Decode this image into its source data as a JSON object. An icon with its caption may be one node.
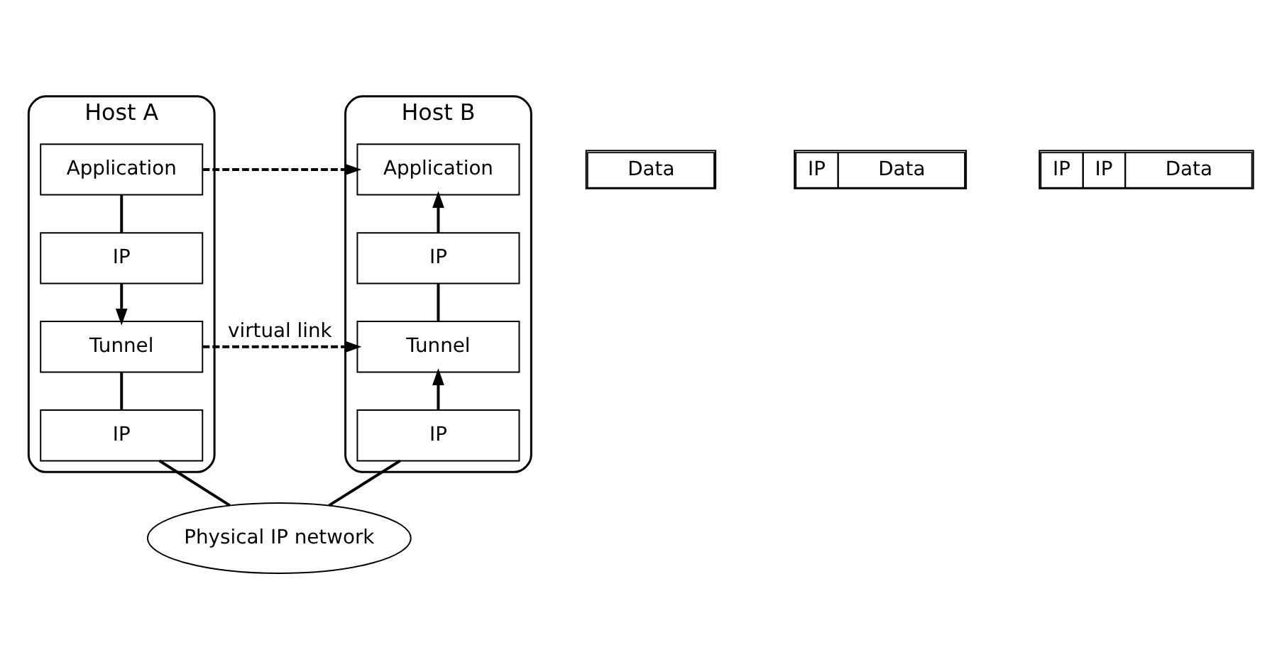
{
  "diagram": {
    "nodes": [
      {
        "text": [
          "Host A"
        ]
      },
      {
        "text": [
          "Application"
        ],
        "in": 0
      },
      {
        "text": [
          "IP"
        ],
        "in": 0
      },
      {
        "text": [
          "Tunnel"
        ],
        "in": 0
      },
      {
        "text": [
          "IP"
        ],
        "in": 0
      },
      {
        "text": [
          "Host B"
        ]
      },
      {
        "text": [
          "Application"
        ],
        "in": 5
      },
      {
        "text": [
          "IP"
        ],
        "in": 5
      },
      {
        "text": [
          "Tunnel"
        ],
        "in": 5
      },
      {
        "text": [
          "IP"
        ],
        "in": 5
      },
      {
        "text": [
          "Data"
        ]
      },
      {
        "text": [
          "IP",
          "Data"
        ]
      },
      {
        "text": [
          "IP",
          "IP",
          "Data"
        ]
      },
      {
        "text": [
          "Physical IP network"
        ]
      }
    ],
    "edges": [
      {
        "from": 1,
        "to": 2,
        "arrow": "none"
      },
      {
        "from": 2,
        "to": 3,
        "arrow": "to"
      },
      {
        "from": 3,
        "to": 4,
        "arrow": "none"
      },
      {
        "from": 4,
        "to": 13,
        "arrow": "none"
      },
      {
        "from": 13,
        "to": 9,
        "arrow": "none"
      },
      {
        "from": 9,
        "to": 8,
        "arrow": "to"
      },
      {
        "from": 8,
        "to": 7,
        "arrow": "none"
      },
      {
        "from": 7,
        "to": 6,
        "arrow": "to"
      },
      {
        "from": 1,
        "to": 6,
        "arrow": "to",
        "style": "dashed"
      },
      {
        "from": 3,
        "to": 8,
        "arrow": "to",
        "style": "dashed",
        "label": "virtual link"
      }
    ]
  }
}
